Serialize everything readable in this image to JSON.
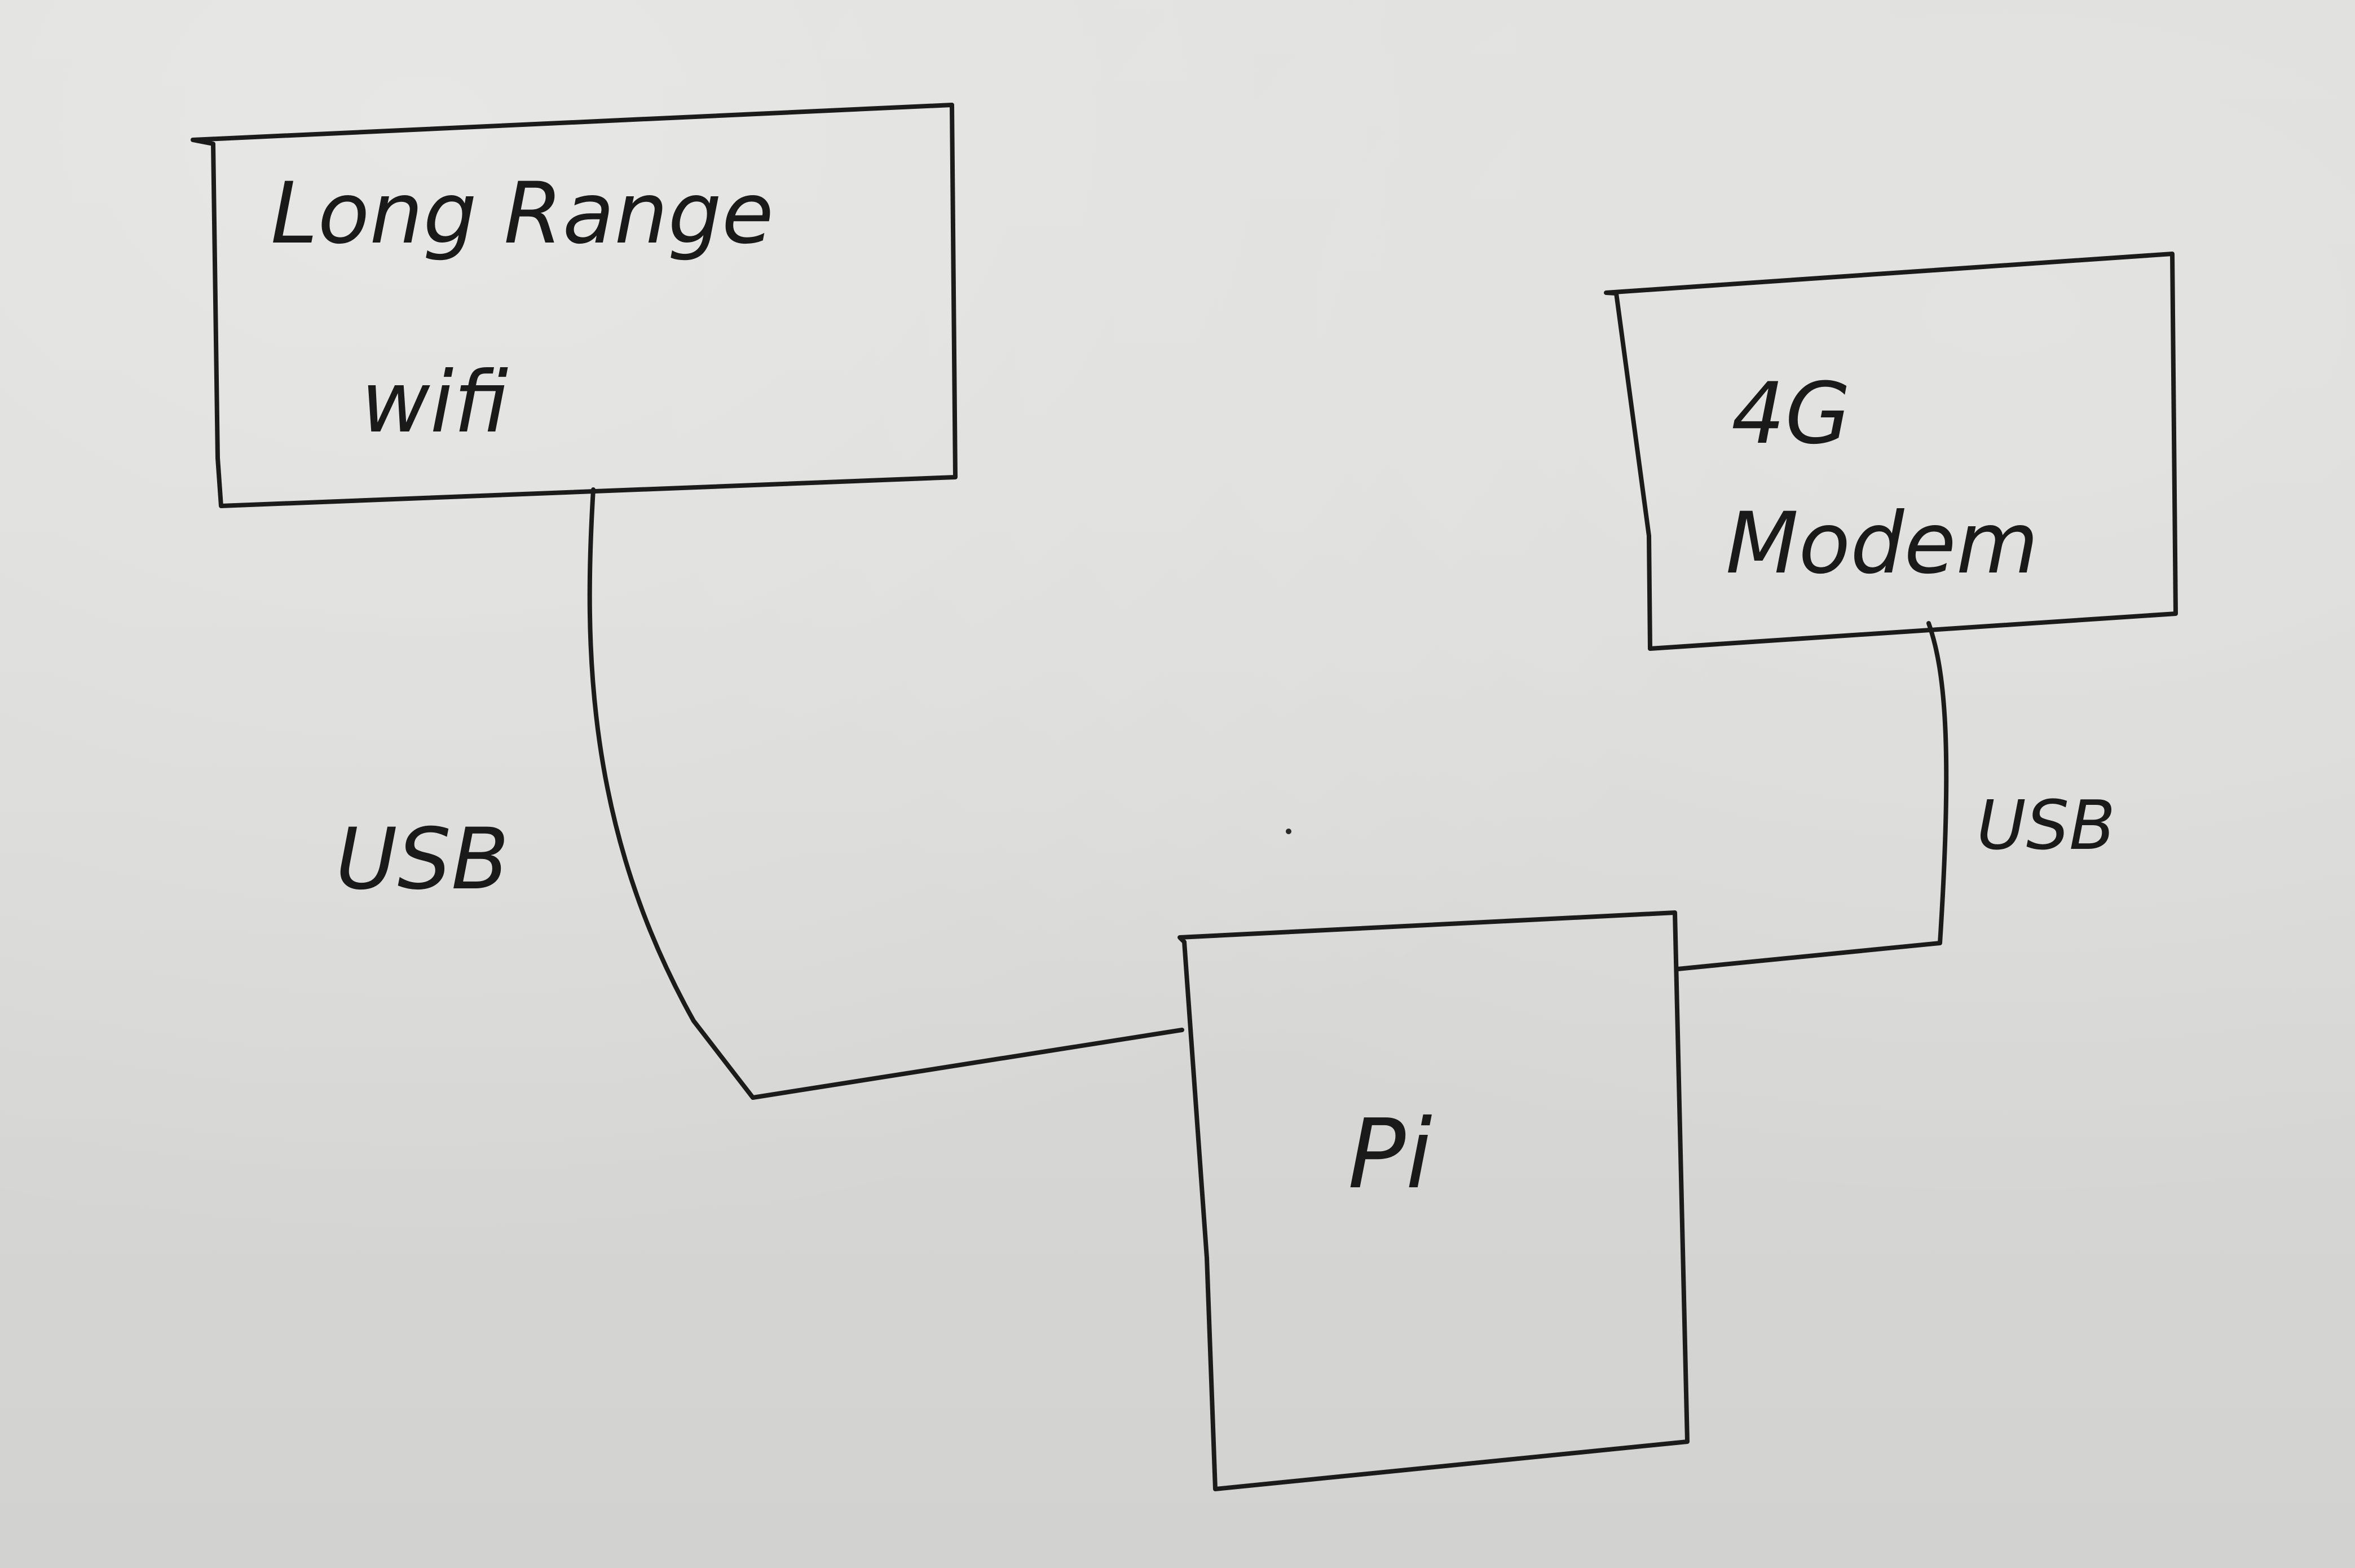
{
  "nodes": {
    "wifi": {
      "line1": "Long Range",
      "line2": "wifi"
    },
    "modem": {
      "line1": "4G",
      "line2": "Modem"
    },
    "pi": {
      "label": "Pi"
    }
  },
  "edges": {
    "wifi_pi": {
      "label": "USB"
    },
    "modem_pi": {
      "label": "USB"
    }
  }
}
